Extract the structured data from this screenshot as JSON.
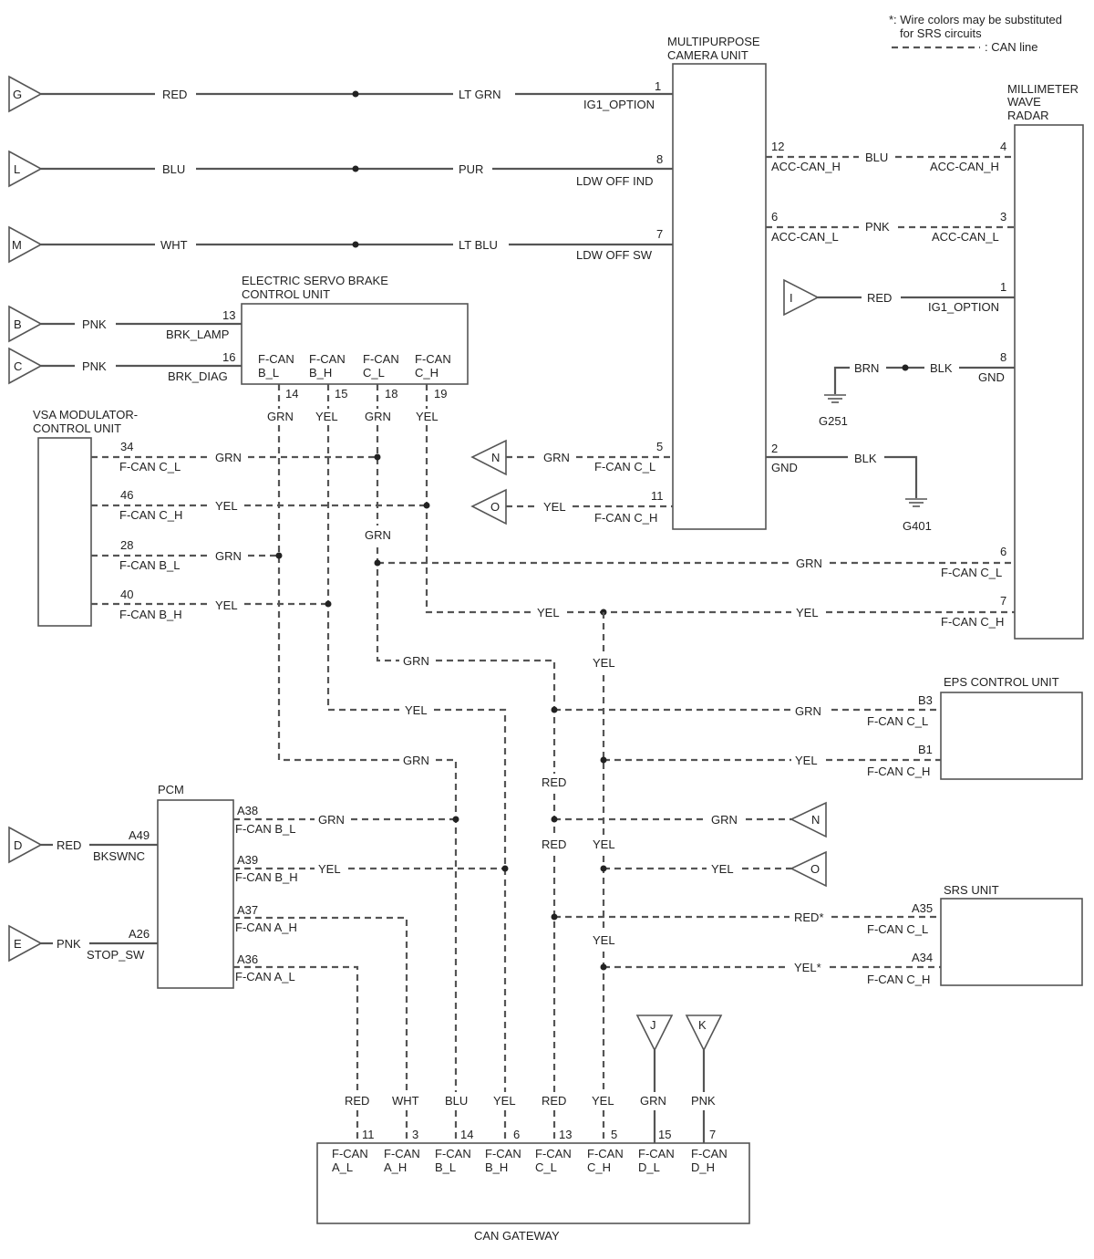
{
  "legend": {
    "note_line1": "*: Wire colors may be substituted",
    "note_line2": "for SRS circuits",
    "can_line": ": CAN line"
  },
  "components": {
    "camera_l1": "MULTIPURPOSE",
    "camera_l2": "CAMERA UNIT",
    "radar_l1": "MILLIMETER",
    "radar_l2": "WAVE",
    "radar_l3": "RADAR",
    "brake_l1": "ELECTRIC SERVO BRAKE",
    "brake_l2": "CONTROL UNIT",
    "vsa_l1": "VSA MODULATOR-",
    "vsa_l2": "CONTROL UNIT",
    "pcm": "PCM",
    "eps": "EPS CONTROL UNIT",
    "srs": "SRS UNIT",
    "gateway": "CAN GATEWAY"
  },
  "connectors": {
    "G": "G",
    "L": "L",
    "M": "M",
    "B": "B",
    "C": "C",
    "D": "D",
    "E": "E",
    "I": "I",
    "J": "J",
    "K": "K",
    "N": "N",
    "O": "O"
  },
  "grounds": {
    "g251": "G251",
    "g401": "G401"
  },
  "wires": {
    "red": "RED",
    "ltgrn": "LT GRN",
    "blu": "BLU",
    "pur": "PUR",
    "wht": "WHT",
    "ltblu": "LT BLU",
    "pnk": "PNK",
    "grn": "GRN",
    "yel": "YEL",
    "brn": "BRN",
    "blk": "BLK",
    "red_star": "RED*",
    "yel_star": "YEL*"
  },
  "pins": {
    "p1": "1",
    "p3": "3",
    "p4": "4",
    "p5": "5",
    "p6": "6",
    "p7": "7",
    "p8": "8",
    "p11": "11",
    "p12": "12",
    "p13": "13",
    "p14": "14",
    "p15": "15",
    "p16": "16",
    "p18": "18",
    "p19": "19",
    "p2": "2",
    "p28": "28",
    "p34": "34",
    "p40": "40",
    "p46": "46",
    "a26": "A26",
    "a36": "A36",
    "a37": "A37",
    "a38": "A38",
    "a39": "A39",
    "a49": "A49",
    "a34": "A34",
    "a35": "A35",
    "b1": "B1",
    "b3": "B3"
  },
  "signals": {
    "ig1_option": "IG1_OPTION",
    "ldw_off_ind": "LDW OFF IND",
    "ldw_off_sw": "LDW OFF SW",
    "acc_can_h": "ACC-CAN_H",
    "acc_can_l": "ACC-CAN_L",
    "gnd": "GND",
    "brk_lamp": "BRK_LAMP",
    "brk_diag": "BRK_DIAG",
    "fcan": "F-CAN",
    "fcan_c_l": "F-CAN C_L",
    "fcan_c_h": "F-CAN C_H",
    "fcan_b_l": "F-CAN B_L",
    "fcan_b_h": "F-CAN B_H",
    "fcan_a_h": "F-CAN A_H",
    "fcan_a_l": "F-CAN A_L",
    "b_l": "B_L",
    "b_h": "B_H",
    "c_l": "C_L",
    "c_h": "C_H",
    "a_l": "A_L",
    "a_h": "A_H",
    "d_l": "D_L",
    "d_h": "D_H",
    "bkswnc": "BKSWNC",
    "stop_sw": "STOP_SW"
  }
}
